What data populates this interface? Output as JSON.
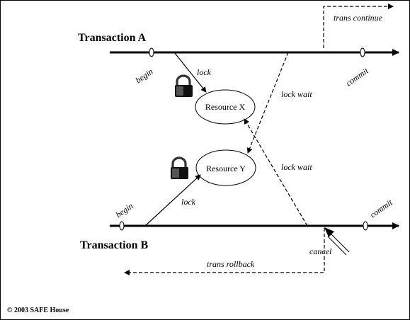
{
  "transaction_a": {
    "title": "Transaction A",
    "begin_label": "begin",
    "commit_label": "commit",
    "lock_label": "lock",
    "continue_label": "trans continue",
    "lock_wait_label": "lock wait"
  },
  "transaction_b": {
    "title": "Transaction B",
    "begin_label": "begin",
    "commit_label": "commit",
    "lock_label": "lock",
    "cancel_label": "cancel",
    "rollback_label": "trans rollback",
    "lock_wait_label": "lock wait"
  },
  "resources": {
    "x": "Resource X",
    "y": "Resource Y"
  },
  "icons": {
    "lock_a": "padlock-icon",
    "lock_b": "padlock-icon"
  },
  "footer": {
    "copyright": "© 2003 SAFE House"
  }
}
